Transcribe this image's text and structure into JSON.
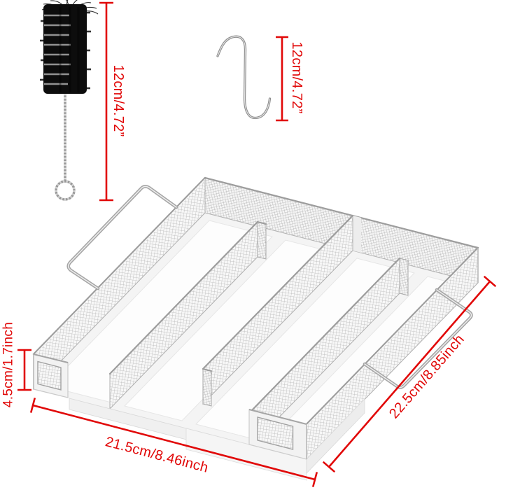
{
  "annotation": {
    "color": "#e10808"
  },
  "labels": {
    "brush_height": "12cm/4.72”",
    "hook_height": "12cm/4.72”",
    "tray_height": "4.5cm/1.7inch",
    "tray_width": "21.5cm/8.46inch",
    "tray_depth": "22.5cm/8.85inch"
  },
  "objects": {
    "brush": "bottle-cleaning-brush",
    "hook": "s-shaped-hanging-hook",
    "tray": "stainless-steel-mesh-maze-smoker-tray"
  }
}
